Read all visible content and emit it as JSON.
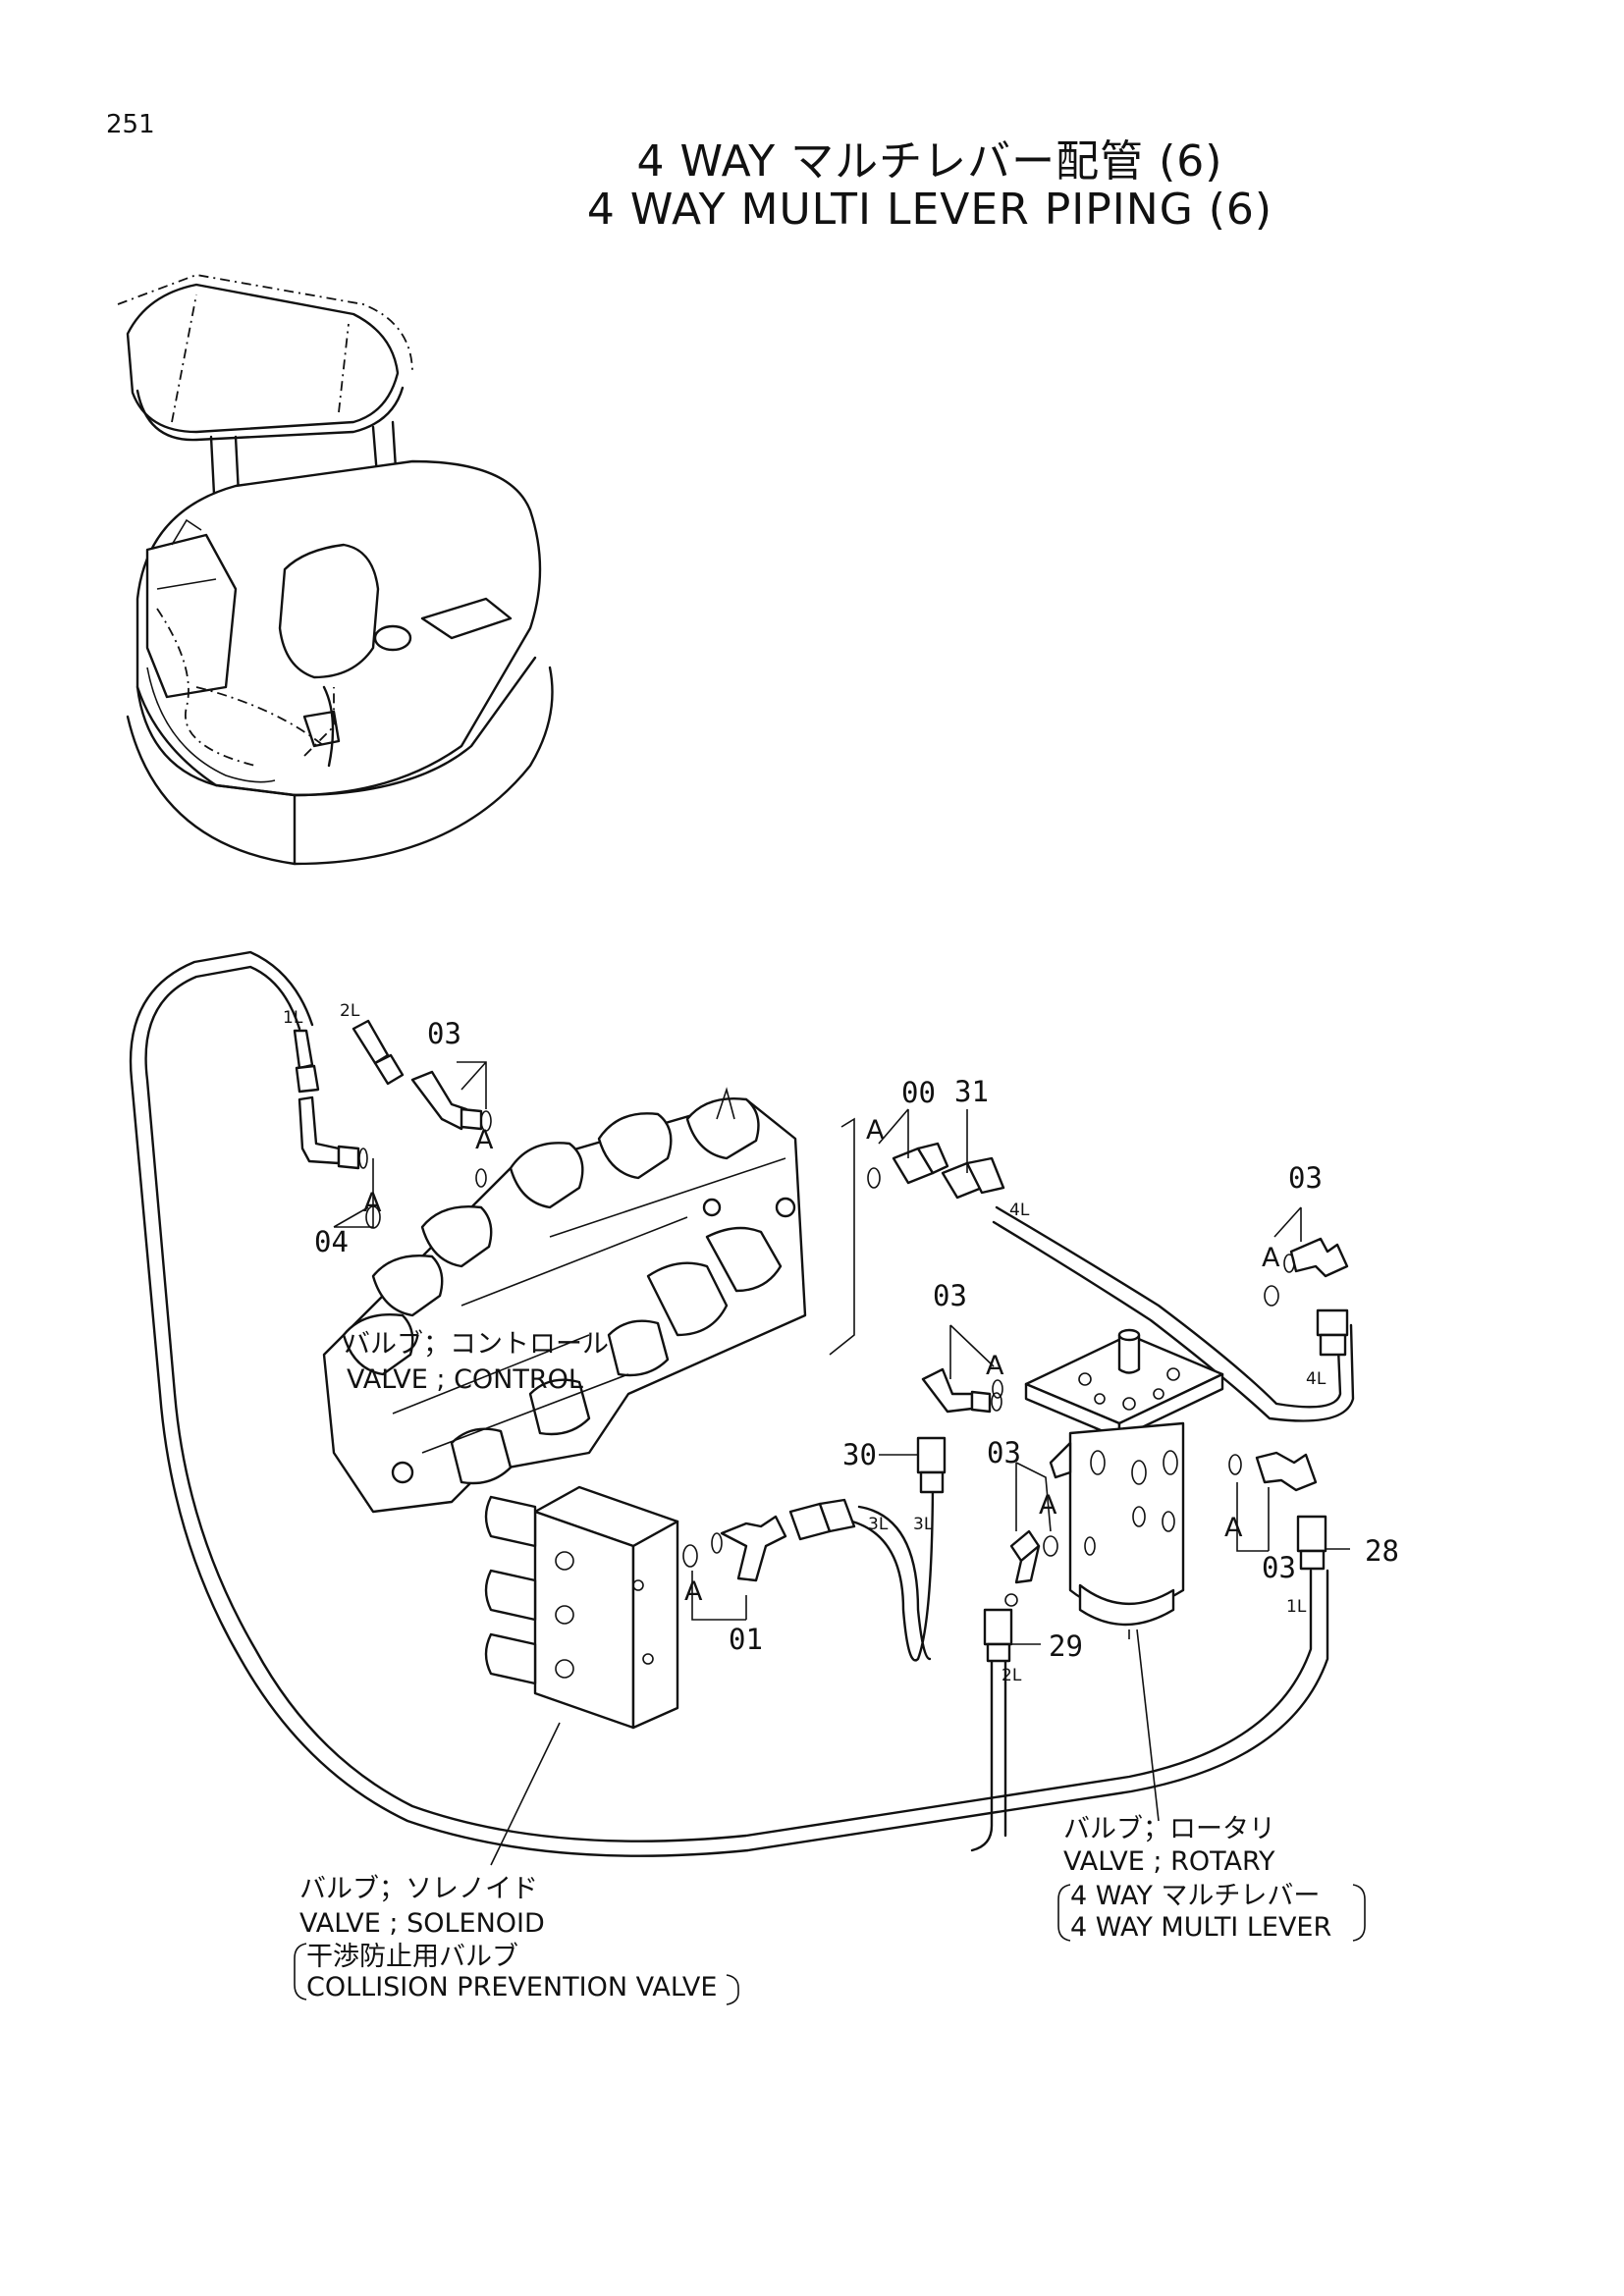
{
  "page_number": "251",
  "title_jp": "4 WAY マルチレバー配管 (6)",
  "title_en": "4 WAY MULTI LEVER PIPING (6)",
  "callouts": {
    "c03_top": "03",
    "c04": "04",
    "c00": "00",
    "c31": "31",
    "c03_right": "03",
    "c03_mid": "03",
    "c30": "30",
    "c03_lower": "03",
    "c03_lower_right": "03",
    "c28": "28",
    "c29": "29",
    "c01": "01"
  },
  "marks": {
    "a": "A",
    "h1L": "1L",
    "h2L": "2L",
    "h3L": "3L",
    "h4L": "4L"
  },
  "labels": {
    "control_jp": "バルブ；コントロール",
    "control_en": "VALVE ; CONTROL",
    "solenoid_jp": "バルブ；ソレノイド",
    "solenoid_en": "VALVE ; SOLENOID",
    "solenoid_sub_jp": "干渉防止用バルブ",
    "solenoid_sub_en": "COLLISION PREVENTION VALVE",
    "rotary_jp": "バルブ；ロータリ",
    "rotary_en": "VALVE ; ROTARY",
    "rotary_sub_jp": "4 WAY マルチレバー",
    "rotary_sub_en": "4 WAY MULTI LEVER"
  }
}
